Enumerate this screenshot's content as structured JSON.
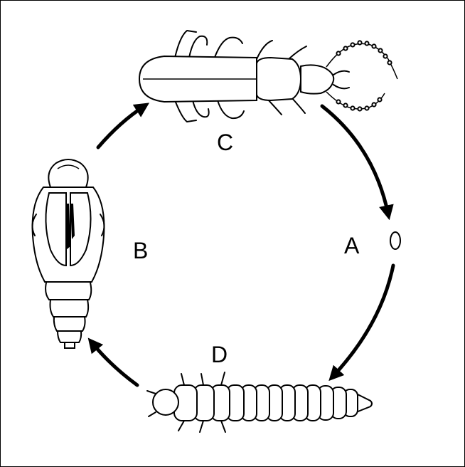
{
  "diagram": {
    "labels": {
      "a": "A",
      "b": "B",
      "c": "C",
      "d": "D"
    },
    "colors": {
      "line": "#000000",
      "background": "#ffffff"
    }
  }
}
